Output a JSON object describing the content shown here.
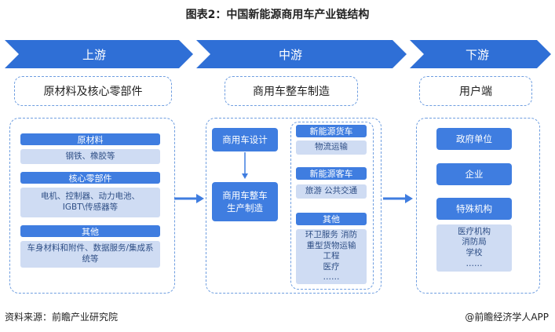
{
  "title": "图表2：中国新能源商用车产业链结构",
  "stages": [
    "上游",
    "中游",
    "下游"
  ],
  "upstream": {
    "header": "原材料及核心零部件",
    "groups": [
      {
        "label": "原材料",
        "items": [
          "钢铁、橡胶等"
        ]
      },
      {
        "label": "核心零部件",
        "items": [
          "电机、控制器、动力电池、 IGBT\\传感器等"
        ]
      },
      {
        "label": "其他",
        "items": [
          "车身材料和附件、数据服务/集成系统等"
        ]
      }
    ]
  },
  "midstream": {
    "header": "商用车整车制造",
    "design": "商用车设计",
    "production": "商用车整车生产制造",
    "groups": [
      {
        "label": "新能源货车",
        "items": [
          "物流运输"
        ]
      },
      {
        "label": "新能源客车",
        "items": [
          "旅游 公共交通"
        ]
      },
      {
        "label": "其他",
        "items": [
          "环卫服务 消防",
          "重型货物运输",
          "工程",
          "医疗",
          "……"
        ]
      }
    ]
  },
  "downstream": {
    "header": "用户端",
    "items": [
      "政府单位",
      "企业",
      "特殊机构"
    ],
    "sub_items": [
      "医疗机构",
      "消防局",
      "学校",
      "……"
    ]
  },
  "footer": {
    "source": "资料来源：前瞻产业研究院",
    "brand": "@前瞻经济学人APP"
  },
  "colors": {
    "arrow_dark": "#2f6fd6",
    "box_blue": "#3f7de0",
    "box_light": "#cfdcf3",
    "dash_border": "#6f9ee0"
  }
}
